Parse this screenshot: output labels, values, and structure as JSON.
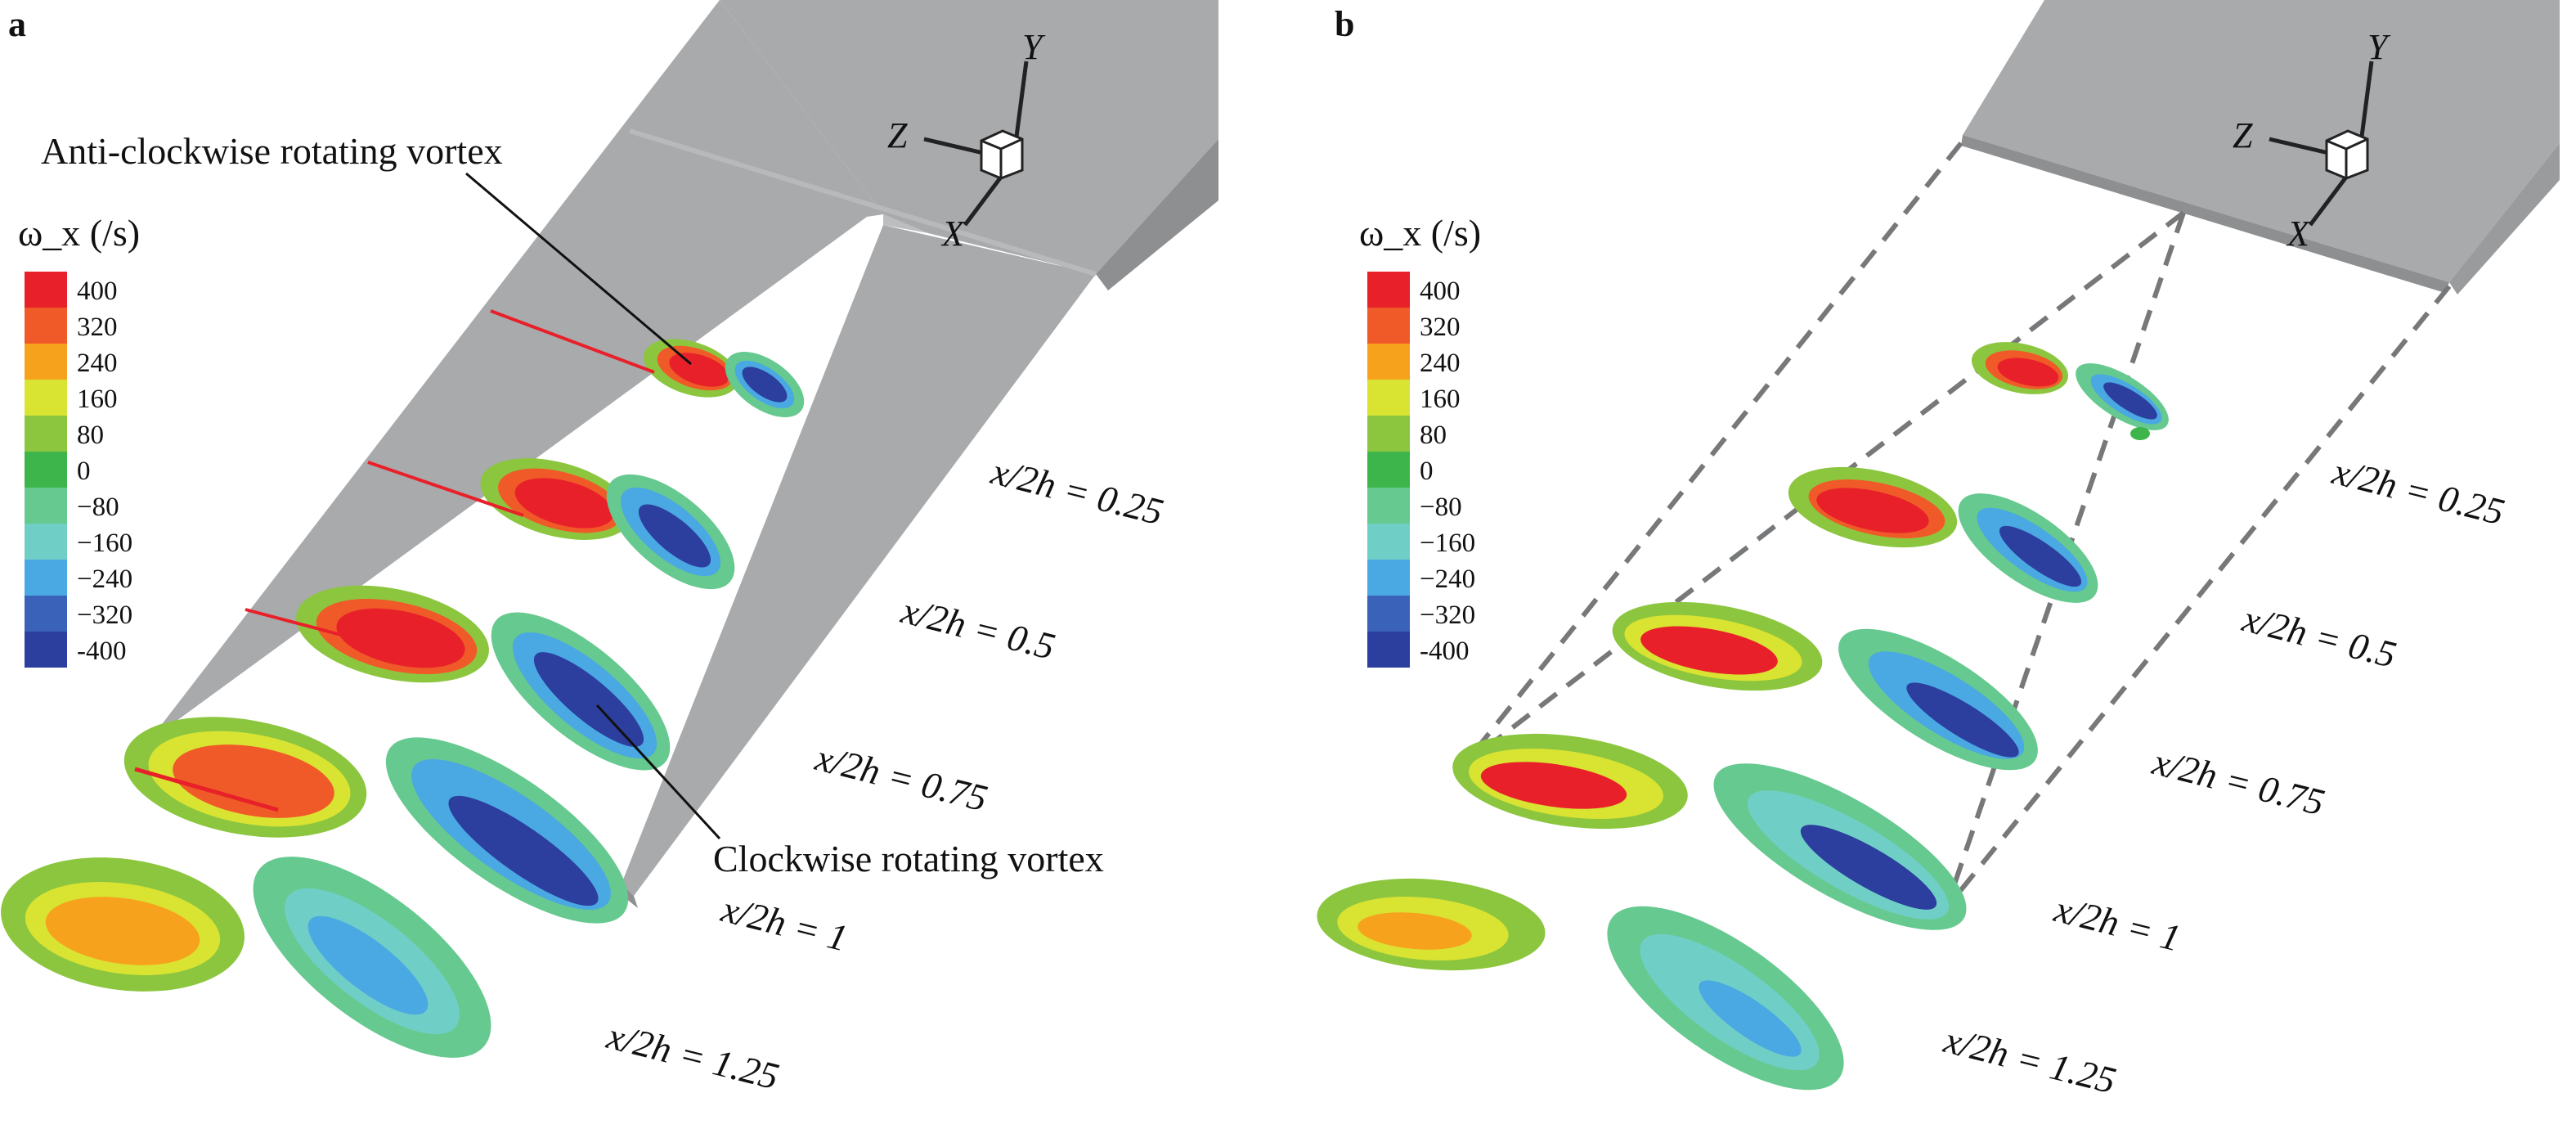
{
  "figure": {
    "panels": [
      {
        "label": "a",
        "legend_title": "ω_x (/s)",
        "legend": [
          {
            "value": "400",
            "color": "#e8202a"
          },
          {
            "value": "320",
            "color": "#f05a28"
          },
          {
            "value": "240",
            "color": "#f7a21c"
          },
          {
            "value": "160",
            "color": "#d9e332"
          },
          {
            "value": "80",
            "color": "#8cc63f"
          },
          {
            "value": "0",
            "color": "#3db54a"
          },
          {
            "value": "−80",
            "color": "#66c98f"
          },
          {
            "value": "−160",
            "color": "#6fcfc6"
          },
          {
            "value": "−240",
            "color": "#4aa8e3"
          },
          {
            "value": "−320",
            "color": "#3a62b8"
          },
          {
            "value": "-400",
            "color": "#2c3e9e"
          }
        ],
        "stations": [
          "x/2h = 0.25",
          "x/2h = 0.5",
          "x/2h = 0.75",
          "x/2h = 1",
          "x/2h = 1.25"
        ],
        "annotations": {
          "anticlockwise": "Anti-clockwise rotating vortex",
          "clockwise": "Clockwise rotating vortex"
        },
        "axes": {
          "x": "X",
          "y": "Y",
          "z": "Z"
        }
      },
      {
        "label": "b",
        "legend_title": "ω_x (/s)",
        "legend": [
          {
            "value": "400",
            "color": "#e8202a"
          },
          {
            "value": "320",
            "color": "#f05a28"
          },
          {
            "value": "240",
            "color": "#f7a21c"
          },
          {
            "value": "160",
            "color": "#d9e332"
          },
          {
            "value": "80",
            "color": "#8cc63f"
          },
          {
            "value": "0",
            "color": "#3db54a"
          },
          {
            "value": "−80",
            "color": "#66c98f"
          },
          {
            "value": "−160",
            "color": "#6fcfc6"
          },
          {
            "value": "−240",
            "color": "#4aa8e3"
          },
          {
            "value": "−320",
            "color": "#3a62b8"
          },
          {
            "value": "-400",
            "color": "#2c3e9e"
          }
        ],
        "stations": [
          "x/2h = 0.25",
          "x/2h = 0.5",
          "x/2h = 0.75",
          "x/2h = 1",
          "x/2h = 1.25"
        ],
        "axes": {
          "x": "X",
          "y": "Y",
          "z": "Z"
        }
      }
    ],
    "colors": {
      "geometry_gray": "#a9aaac",
      "geometry_dark": "#8e8f91",
      "dashed": "#77787a"
    }
  }
}
